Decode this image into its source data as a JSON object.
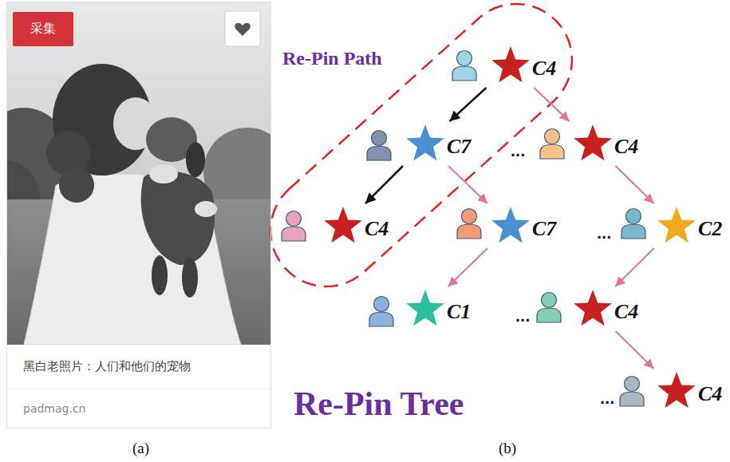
{
  "diagram": {
    "nodes": [
      {
        "text": [
          "黑白老照片：人们和他们的宠物",
          "padmag.cn"
        ]
      },
      {
        "text": [
          "采集"
        ],
        "in": 0
      },
      {
        "text": [
          "C4"
        ]
      },
      {
        "text": [
          "C7"
        ]
      },
      {
        "text": [
          "C4"
        ]
      },
      {
        "text": [
          "C4"
        ]
      },
      {
        "text": [
          "C7"
        ]
      },
      {
        "text": [
          "C2"
        ]
      },
      {
        "text": [
          "C1"
        ]
      },
      {
        "text": [
          "C4"
        ]
      },
      {
        "text": [
          "C4"
        ]
      }
    ],
    "edges": [
      {
        "from": 2,
        "to": 3,
        "arrow": "to"
      },
      {
        "from": 2,
        "to": 4,
        "arrow": "to"
      },
      {
        "from": 3,
        "to": 5,
        "arrow": "to"
      },
      {
        "from": 3,
        "to": 6,
        "arrow": "to"
      },
      {
        "from": 4,
        "to": 7,
        "arrow": "to"
      },
      {
        "from": 6,
        "to": 8,
        "arrow": "to"
      },
      {
        "from": 7,
        "to": 9,
        "arrow": "to"
      },
      {
        "from": 9,
        "to": 10,
        "arrow": "to"
      }
    ],
    "labels": [
      "Re-Pin Path",
      "...",
      "...",
      "...",
      "...",
      "Re-Pin Tree",
      "(a)",
      "(b)"
    ]
  }
}
